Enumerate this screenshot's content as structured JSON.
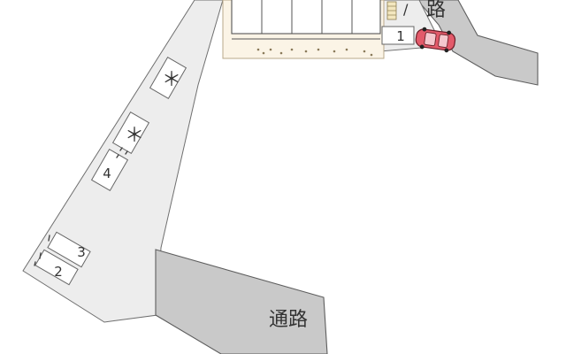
{
  "map": {
    "road_labels": {
      "main": "通路",
      "top": "路",
      "top_small": "/"
    },
    "parking_spaces": {
      "space_1": "1",
      "space_2": "2",
      "space_3": "3",
      "space_4": "4",
      "space_star_a": "＊",
      "space_star_b": "＊"
    },
    "colors": {
      "road": "#c9c9c9",
      "lot": "#ededed",
      "car": "#e35a6a",
      "building_base": "#fbf4e6"
    },
    "icons": {
      "car": "car-icon"
    }
  }
}
